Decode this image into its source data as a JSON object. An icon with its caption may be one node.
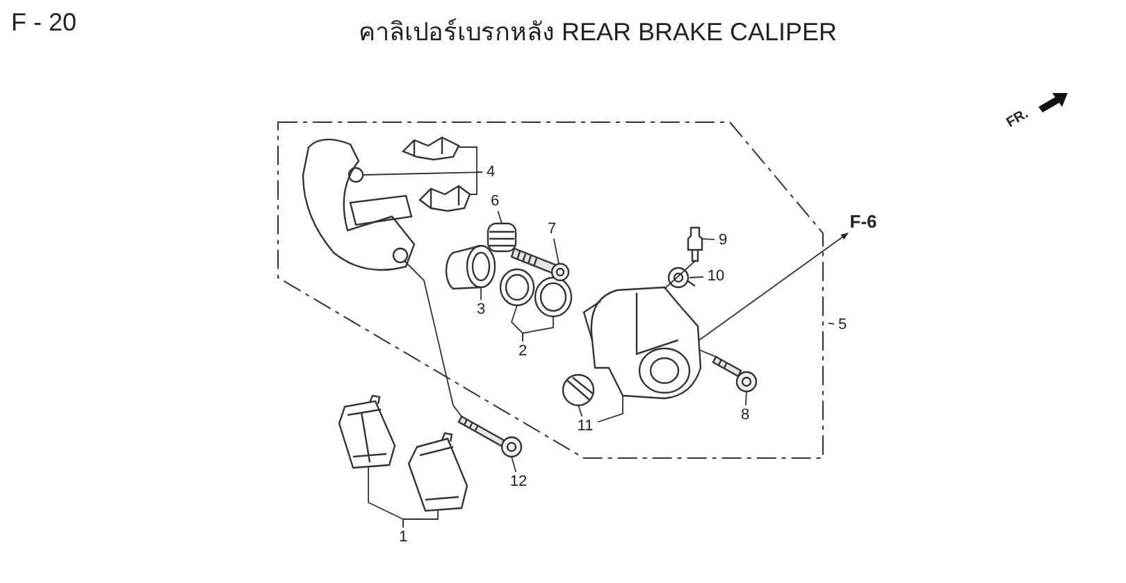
{
  "diagram": {
    "title": "คาลิเปอร์เบรกหลัง REAR BRAKE CALIPER",
    "nodes": [
      {
        "text": [],
        "shape": "box"
      },
      {
        "text": [
          "1"
        ]
      },
      {
        "text": [],
        "shape": "picture"
      },
      {
        "text": [],
        "shape": "picture"
      },
      {
        "text": [
          "2"
        ],
        "in": 0
      },
      {
        "text": [],
        "shape": "picture",
        "in": 0
      },
      {
        "text": [],
        "shape": "picture",
        "in": 0
      },
      {
        "text": [
          "3"
        ],
        "in": 0
      },
      {
        "text": [],
        "shape": "picture",
        "in": 0
      },
      {
        "text": [
          "4"
        ],
        "in": 0
      },
      {
        "text": [],
        "shape": "picture",
        "in": 0
      },
      {
        "text": [],
        "shape": "picture",
        "in": 0
      },
      {
        "text": [],
        "shape": "picture",
        "in": 0
      },
      {
        "text": [
          "5"
        ]
      },
      {
        "text": [
          "6"
        ],
        "in": 0
      },
      {
        "text": [],
        "shape": "picture",
        "in": 0
      },
      {
        "text": [
          "7"
        ],
        "in": 0
      },
      {
        "text": [],
        "shape": "picture",
        "in": 0
      },
      {
        "text": [
          "8"
        ],
        "in": 0
      },
      {
        "text": [],
        "shape": "picture",
        "in": 0
      },
      {
        "text": [
          "9"
        ],
        "in": 0
      },
      {
        "text": [],
        "shape": "picture",
        "in": 0
      },
      {
        "text": [
          "10"
        ],
        "in": 0
      },
      {
        "text": [],
        "shape": "picture",
        "in": 0
      },
      {
        "text": [
          "11"
        ],
        "in": 0
      },
      {
        "text": [],
        "shape": "picture",
        "in": 0
      },
      {
        "text": [
          "12"
        ]
      },
      {
        "text": [],
        "shape": "picture"
      },
      {
        "text": [
          "F-6"
        ]
      },
      {
        "text": [],
        "shape": "picture",
        "in": 0
      }
    ],
    "edges": [
      {
        "from": 1,
        "to": 2,
        "arrow": "none"
      },
      {
        "from": 1,
        "to": 3,
        "arrow": "none"
      },
      {
        "from": 4,
        "to": 5,
        "arrow": "none"
      },
      {
        "from": 4,
        "to": 6,
        "arrow": "none"
      },
      {
        "from": 7,
        "to": 8,
        "arrow": "none"
      },
      {
        "from": 9,
        "to": 10,
        "arrow": "none"
      },
      {
        "from": 9,
        "to": 11,
        "arrow": "none"
      },
      {
        "from": 9,
        "to": 12,
        "arrow": "none"
      },
      {
        "from": 13,
        "to": 0,
        "arrow": "none"
      },
      {
        "from": 14,
        "to": 15,
        "arrow": "none"
      },
      {
        "from": 16,
        "to": 17,
        "arrow": "none"
      },
      {
        "from": 18,
        "to": 19,
        "arrow": "none"
      },
      {
        "from": 20,
        "to": 21,
        "arrow": "none"
      },
      {
        "from": 22,
        "to": 23,
        "arrow": "none"
      },
      {
        "from": 24,
        "to": 25,
        "arrow": "none"
      },
      {
        "from": 24,
        "to": 29,
        "arrow": "none"
      },
      {
        "from": 26,
        "to": 27,
        "arrow": "none"
      },
      {
        "from": 29,
        "to": 28,
        "arrow": "to"
      },
      {
        "from": 12,
        "to": 27,
        "arrow": "none"
      },
      {
        "from": 21,
        "to": 29,
        "arrow": "none"
      },
      {
        "from": 19,
        "to": 29,
        "arrow": "none"
      }
    ],
    "labels": [
      "F - 20",
      "FR."
    ]
  }
}
